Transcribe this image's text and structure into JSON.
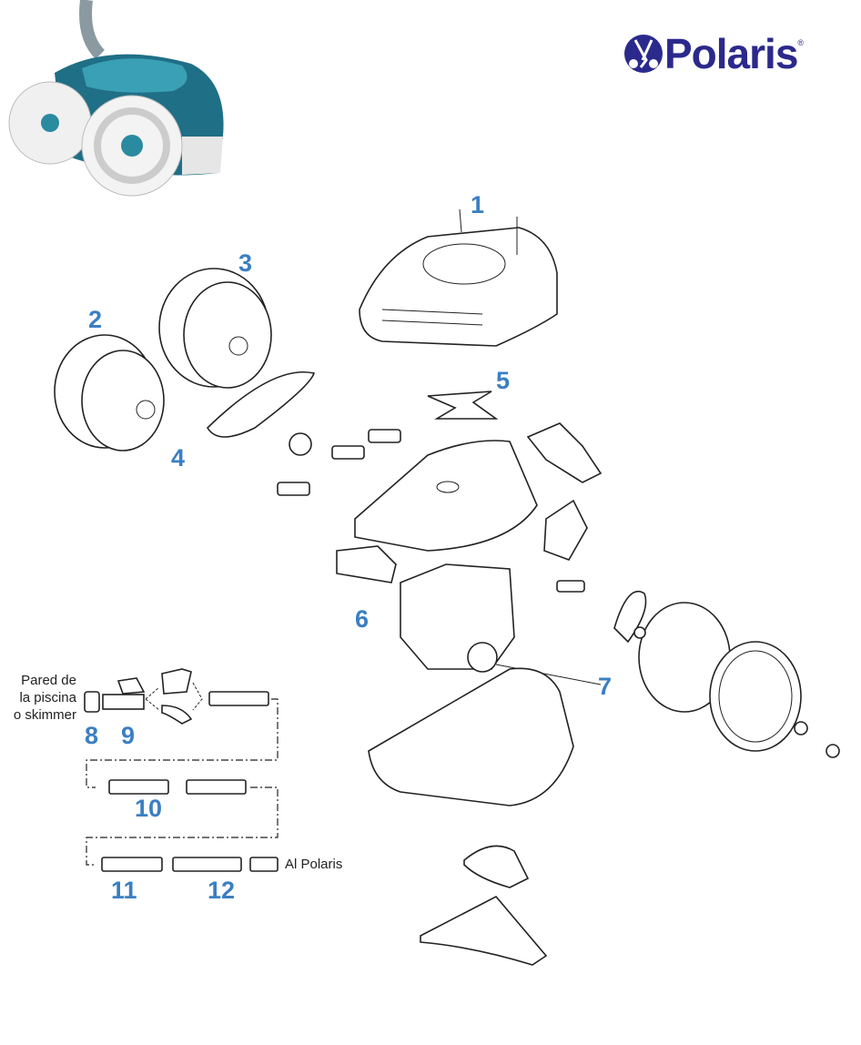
{
  "brand": {
    "name": "Polaris",
    "registered": "®",
    "color": "#2b2a8c"
  },
  "label_color": "#3b7fc2",
  "callouts": [
    "1",
    "2",
    "3",
    "4",
    "5",
    "6",
    "7",
    "8",
    "9",
    "10",
    "11",
    "12"
  ],
  "notes": {
    "pool_wall": [
      "Pared de",
      "la piscina",
      "o skimmer"
    ],
    "to_polaris": "Al Polaris"
  }
}
